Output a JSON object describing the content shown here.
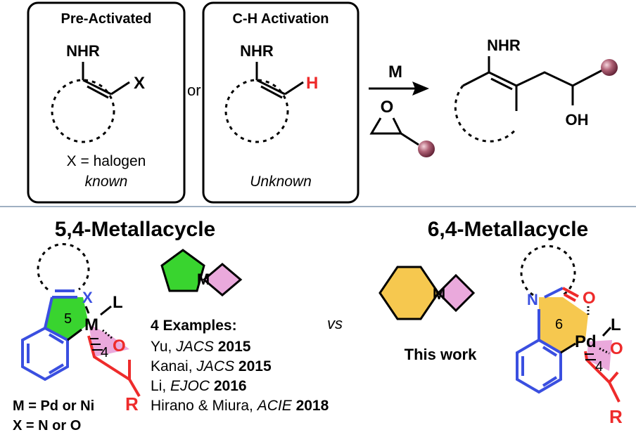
{
  "top": {
    "box1": {
      "title": "Pre-Activated",
      "nhr": "NHR",
      "substituent": "X",
      "note": "X = halogen",
      "status": "known"
    },
    "or": "or",
    "box2": {
      "title": "C-H Activation",
      "nhr": "NHR",
      "substituent": "H",
      "status": "Unknown"
    },
    "reagent_m": "M",
    "epoxide_o": "O",
    "product": {
      "nhr": "NHR",
      "oh": "OH"
    }
  },
  "left": {
    "title": "5,4-Metallacycle",
    "x": "X",
    "l": "L",
    "m": "M",
    "ring5": "5",
    "ring4": "4",
    "o": "O",
    "r": "R",
    "note1": "M = Pd or Ni",
    "note2": "X = N or O"
  },
  "middle": {
    "m1": "M",
    "m2": "M",
    "vs": "vs",
    "this_work": "This work",
    "examples_title": "4 Examples:",
    "references": [
      {
        "author": "Yu, ",
        "journal": "JACS",
        "year": "2015"
      },
      {
        "author": "Kanai, ",
        "journal": "JACS",
        "year": "2015"
      },
      {
        "author": "Li, ",
        "journal": "EJOC",
        "year": "2016"
      },
      {
        "author": "Hirano & Miura, ",
        "journal": "ACIE",
        "year": "2018"
      }
    ]
  },
  "right": {
    "title": "6,4-Metallacycle",
    "n": "N",
    "o_top": "O",
    "pd": "Pd",
    "l": "L",
    "ring6": "6",
    "ring4": "4",
    "o": "O",
    "r": "R"
  },
  "colors": {
    "blue": "#3a4fe0",
    "red": "#ee2b2b",
    "green": "#39d42f",
    "pink": "#eaa9dc",
    "yellow": "#f6c84f",
    "divider": "#9fb0c2",
    "sphere": "#8a3a52"
  }
}
